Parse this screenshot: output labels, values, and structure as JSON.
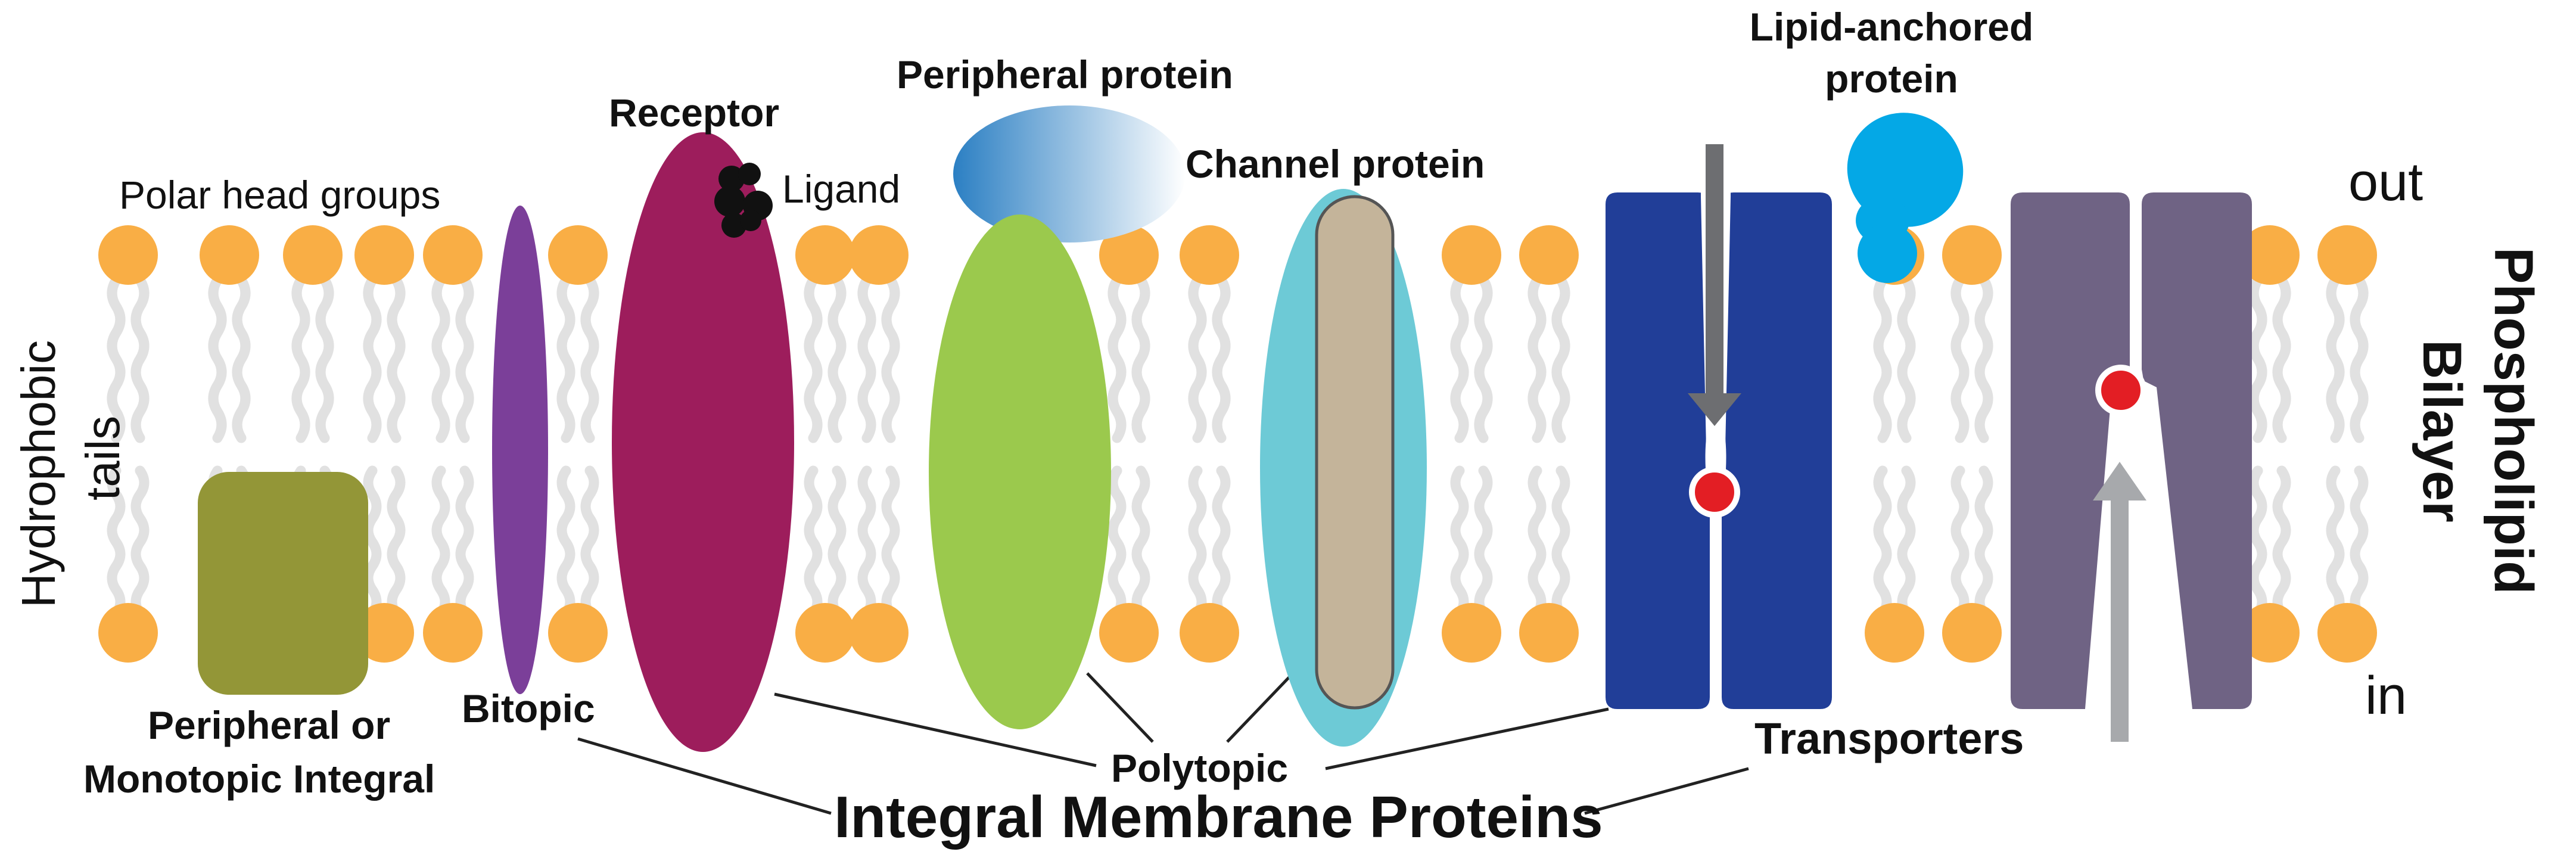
{
  "labels": {
    "polar_head_groups": "Polar head groups",
    "hydrophobic": "Hydrophobic",
    "tails": "tails",
    "receptor": "Receptor",
    "ligand": "Ligand",
    "peripheral_protein": "Peripheral protein",
    "channel_protein": "Channel protein",
    "lipid_anchored_line1": "Lipid-anchored",
    "lipid_anchored_line2": "protein",
    "out": "out",
    "in": "in",
    "phospholipid": "Phospholipid",
    "bilayer": "Bilayer",
    "peripheral_monotopic_line1": "Peripheral or",
    "peripheral_monotopic_line2": "Monotopic Integral",
    "bitopic": "Bitopic",
    "polytopic": "Polytopic",
    "transporters": "Transporters",
    "integral_membrane_proteins": "Integral Membrane Proteins"
  },
  "colors": {
    "background": "#ffffff",
    "head_group": "#f9ae45",
    "lipid_tail": "#e1e1e1",
    "monotopic_protein": "#939637",
    "bitopic_protein": "#7b3f99",
    "receptor_protein": "#9d1d5c",
    "ligand": "#111111",
    "peripheral_protein_start": "#2b7fc3",
    "peripheral_protein_end": "#ffffff",
    "polytopic_protein": "#9bc94d",
    "channel_outer": "#6dcad6",
    "channel_pore": "#c4b49a",
    "transporter_blue": "#213e98",
    "transporter_purple": "#6f6384",
    "binding_site": "#e31e24",
    "arrow_dark": "#6d6e71",
    "arrow_light": "#a7a9ac",
    "lipid_anchored_protein": "#04a8e6"
  }
}
